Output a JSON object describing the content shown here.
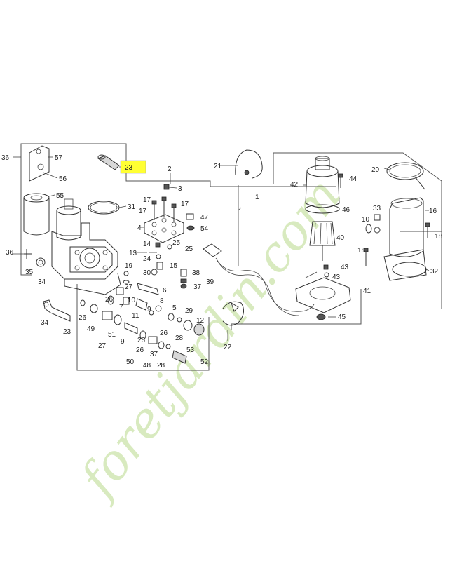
{
  "diagram": {
    "highlighted_part": "23",
    "watermark": {
      "text": "foretjardin.com",
      "colors": {
        "main": "#b9d98b",
        "accent": "#f3c98a",
        "dot": "#c7a58a"
      }
    },
    "callouts": [
      {
        "id": "c23h",
        "label": "23"
      },
      {
        "id": "c57",
        "label": "57"
      },
      {
        "id": "c56",
        "label": "56"
      },
      {
        "id": "c36a",
        "label": "36"
      },
      {
        "id": "c55",
        "label": "55"
      },
      {
        "id": "c31",
        "label": "31"
      },
      {
        "id": "c2",
        "label": "2"
      },
      {
        "id": "c3",
        "label": "3"
      },
      {
        "id": "c17a",
        "label": "17"
      },
      {
        "id": "c17b",
        "label": "17"
      },
      {
        "id": "c17c",
        "label": "17"
      },
      {
        "id": "c47",
        "label": "47"
      },
      {
        "id": "c54",
        "label": "54"
      },
      {
        "id": "c4",
        "label": "4"
      },
      {
        "id": "c14",
        "label": "14"
      },
      {
        "id": "c25a",
        "label": "25"
      },
      {
        "id": "c25b",
        "label": "25"
      },
      {
        "id": "c13",
        "label": "13"
      },
      {
        "id": "c24",
        "label": "24"
      },
      {
        "id": "c15",
        "label": "15"
      },
      {
        "id": "c36b",
        "label": "36"
      },
      {
        "id": "c35",
        "label": "35"
      },
      {
        "id": "c34a",
        "label": "34"
      },
      {
        "id": "c19",
        "label": "19"
      },
      {
        "id": "c30",
        "label": "30"
      },
      {
        "id": "c38",
        "label": "38"
      },
      {
        "id": "c39",
        "label": "39"
      },
      {
        "id": "c37a",
        "label": "37"
      },
      {
        "id": "c27a",
        "label": "27"
      },
      {
        "id": "c6",
        "label": "6"
      },
      {
        "id": "c26a",
        "label": "26"
      },
      {
        "id": "c7",
        "label": "7"
      },
      {
        "id": "c10",
        "label": "10"
      },
      {
        "id": "c8",
        "label": "8"
      },
      {
        "id": "c9a",
        "label": "9"
      },
      {
        "id": "c11",
        "label": "11"
      },
      {
        "id": "c5",
        "label": "5"
      },
      {
        "id": "c29",
        "label": "29"
      },
      {
        "id": "c12",
        "label": "12"
      },
      {
        "id": "c26b",
        "label": "26"
      },
      {
        "id": "c49",
        "label": "49"
      },
      {
        "id": "c26c",
        "label": "26"
      },
      {
        "id": "c26d",
        "label": "26"
      },
      {
        "id": "c28a",
        "label": "28"
      },
      {
        "id": "c51",
        "label": "51"
      },
      {
        "id": "c9b",
        "label": "9"
      },
      {
        "id": "c27b",
        "label": "27"
      },
      {
        "id": "c26e",
        "label": "26"
      },
      {
        "id": "c53",
        "label": "53"
      },
      {
        "id": "c37b",
        "label": "37"
      },
      {
        "id": "c52",
        "label": "52"
      },
      {
        "id": "c50",
        "label": "50"
      },
      {
        "id": "c48",
        "label": "48"
      },
      {
        "id": "c28b",
        "label": "28"
      },
      {
        "id": "c34b",
        "label": "34"
      },
      {
        "id": "c23b",
        "label": "23"
      },
      {
        "id": "c21",
        "label": "21"
      },
      {
        "id": "c1",
        "label": "1"
      },
      {
        "id": "c22",
        "label": "22"
      },
      {
        "id": "c42",
        "label": "42"
      },
      {
        "id": "c44",
        "label": "44"
      },
      {
        "id": "c46",
        "label": "46"
      },
      {
        "id": "c40",
        "label": "40"
      },
      {
        "id": "c43a",
        "label": "43"
      },
      {
        "id": "c43b",
        "label": "43"
      },
      {
        "id": "c41",
        "label": "41"
      },
      {
        "id": "c45",
        "label": "45"
      },
      {
        "id": "c20",
        "label": "20"
      },
      {
        "id": "c16",
        "label": "16"
      },
      {
        "id": "c33",
        "label": "33"
      },
      {
        "id": "c10b",
        "label": "10"
      },
      {
        "id": "c18a",
        "label": "18"
      },
      {
        "id": "c18b",
        "label": "18"
      },
      {
        "id": "c32",
        "label": "32"
      }
    ]
  }
}
